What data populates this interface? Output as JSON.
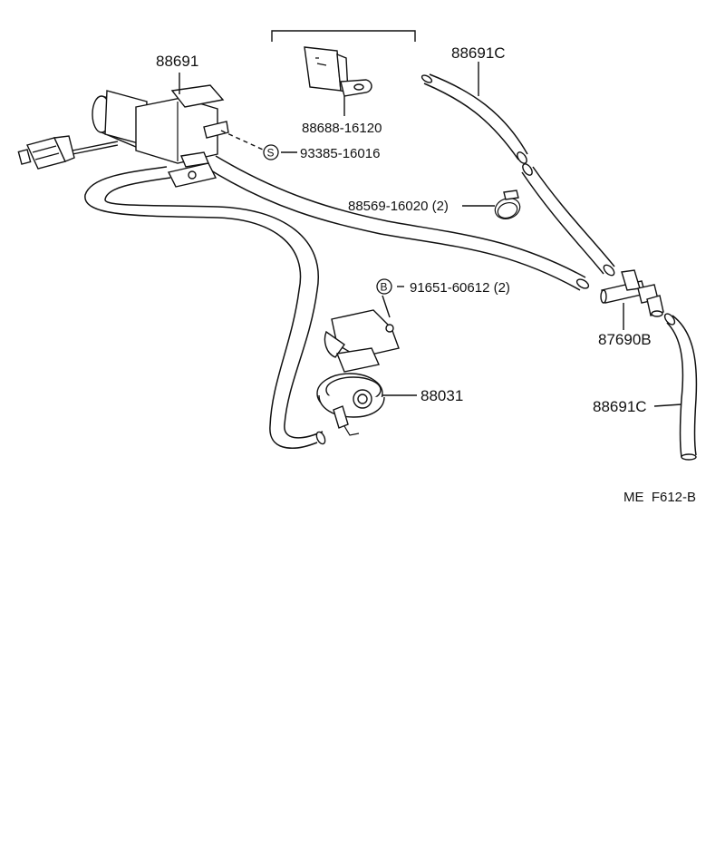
{
  "labels": {
    "p88691": "88691",
    "p88688": "88688-16120",
    "p88691c_top": "88691C",
    "p93385": "93385-16016",
    "p88569": "88569-16020 (2)",
    "p91651": "91651-60612 (2)",
    "p87690b": "87690B",
    "p88031": "88031",
    "p88691c_bottom": "88691C"
  },
  "symbols": {
    "s": "S",
    "b": "B"
  },
  "footer": {
    "code": "ME  F612-B"
  }
}
